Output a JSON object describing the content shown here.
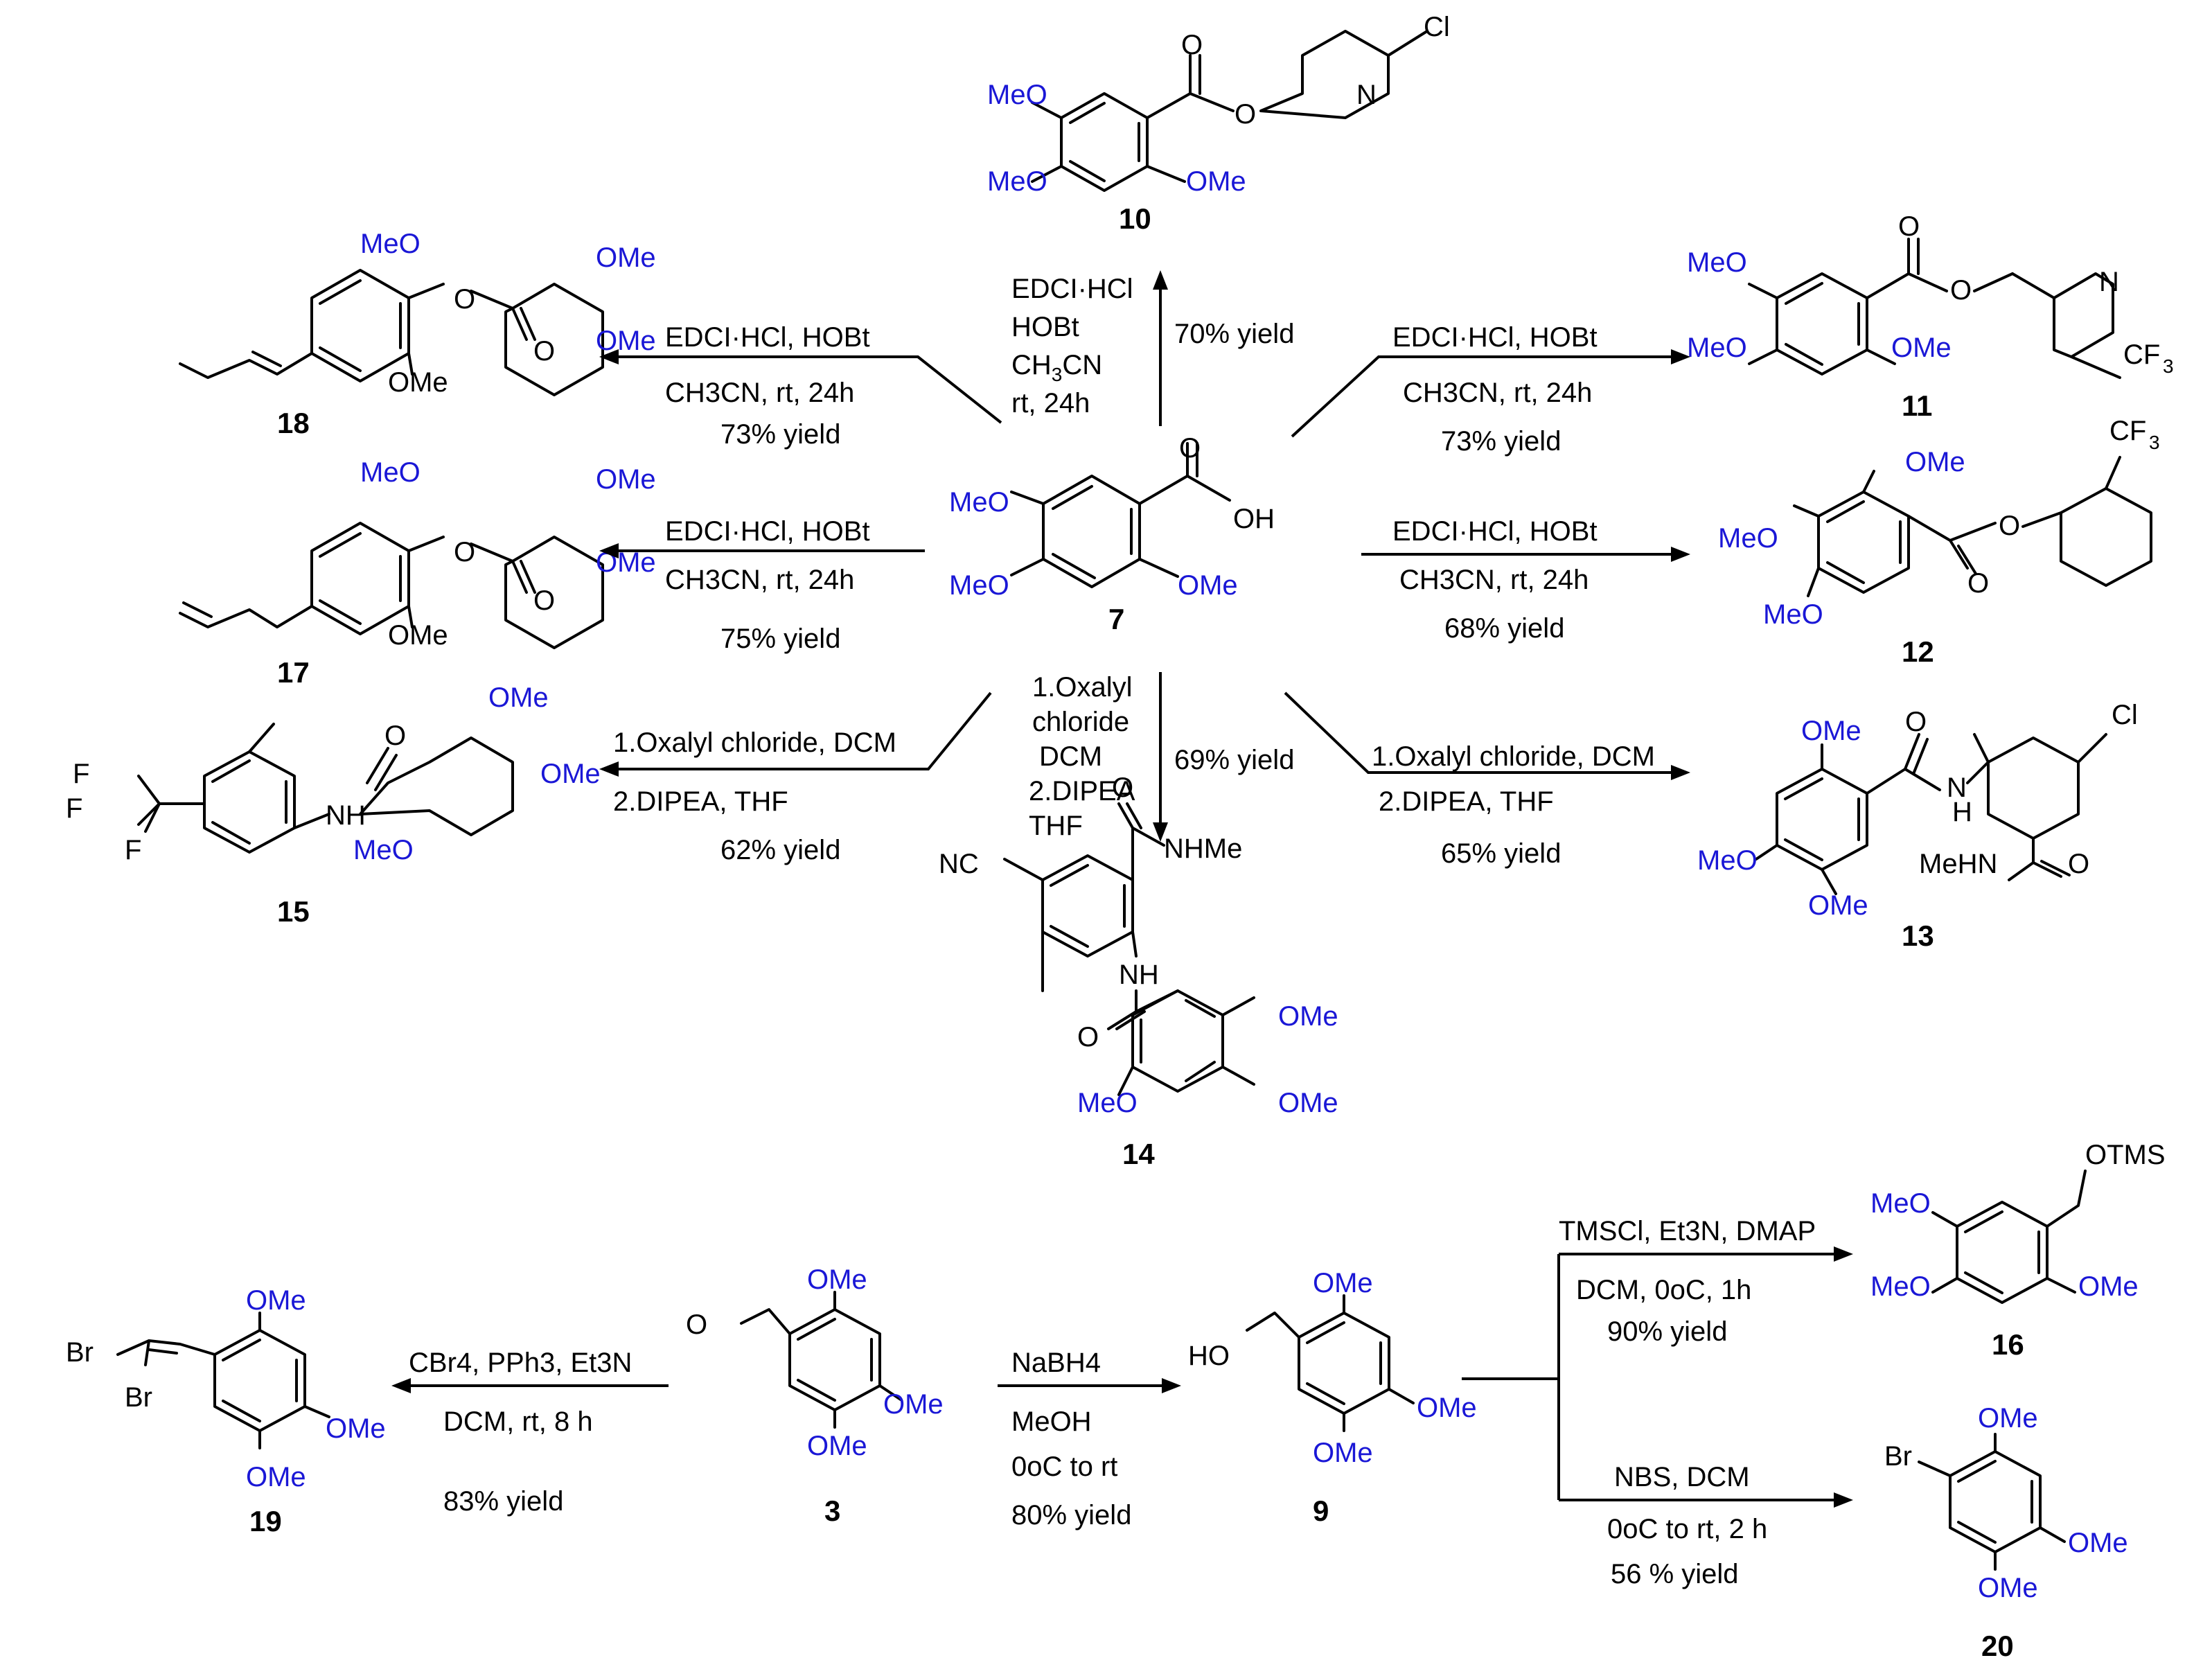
{
  "compounds": {
    "c3": "3",
    "c7": "7",
    "c9": "9",
    "c10": "10",
    "c11": "11",
    "c12": "12",
    "c13": "13",
    "c14": "14",
    "c15": "15",
    "c16": "16",
    "c17": "17",
    "c18": "18",
    "c19": "19",
    "c20": "20"
  },
  "atoms": {
    "ome": "OMe",
    "meo": "MeO",
    "o": "O",
    "oh": "OH",
    "n": "N",
    "nh": "NH",
    "h": "H",
    "cl": "Cl",
    "cf3": "CF",
    "sub3": "3",
    "nc": "NC",
    "nhme": "NHMe",
    "mehn": "MeHN",
    "f": "F",
    "f3c": "F",
    "br": "Br",
    "ho": "HO",
    "otms": "OTMS"
  },
  "conditions": {
    "to10": {
      "l1": "EDCI·HCl",
      "l2": "HOBt",
      "l3a": "CH",
      "l3b": "3",
      "l3c": "CN",
      "l4": "rt, 24h",
      "yield": "70% yield"
    },
    "to18": {
      "l1": "EDCI·HCl, HOBt",
      "l2": "CH3CN, rt, 24h",
      "yield": "73% yield"
    },
    "to11": {
      "l1": "EDCI·HCl, HOBt",
      "l2": "CH3CN, rt, 24h",
      "yield": "73% yield"
    },
    "to17": {
      "l1": "EDCI·HCl, HOBt",
      "l2": "CH3CN, rt, 24h",
      "yield": "75% yield"
    },
    "to12": {
      "l1": "EDCI·HCl, HOBt",
      "l2": "CH3CN, rt, 24h",
      "yield": "68% yield"
    },
    "to15": {
      "l1": "1.Oxalyl chloride, DCM",
      "l2": "2.DIPEA, THF",
      "yield": "62% yield"
    },
    "to14": {
      "l1": "1.Oxalyl",
      "l2": "chloride",
      "l3": "DCM",
      "l4": "2.DIPEA",
      "l5": "THF",
      "yield": "69% yield"
    },
    "to13": {
      "l1": "1.Oxalyl chloride, DCM",
      "l2": "2.DIPEA, THF",
      "yield": "65% yield"
    },
    "to19": {
      "l1": "CBr4, PPh3, Et3N",
      "l2": "DCM, rt, 8 h",
      "yield": "83% yield"
    },
    "to9": {
      "l1": "NaBH4",
      "l2": "MeOH",
      "l3": "0oC to rt",
      "yield": "80% yield"
    },
    "to16": {
      "l1": "TMSCl, Et3N, DMAP",
      "l2": "DCM, 0oC, 1h",
      "yield": "90% yield"
    },
    "to20": {
      "l1": "NBS, DCM",
      "l2": "0oC to rt, 2 h",
      "yield": "56 % yield"
    }
  },
  "colors": {
    "substituent": "#1a17d6",
    "bond": "#000000"
  }
}
